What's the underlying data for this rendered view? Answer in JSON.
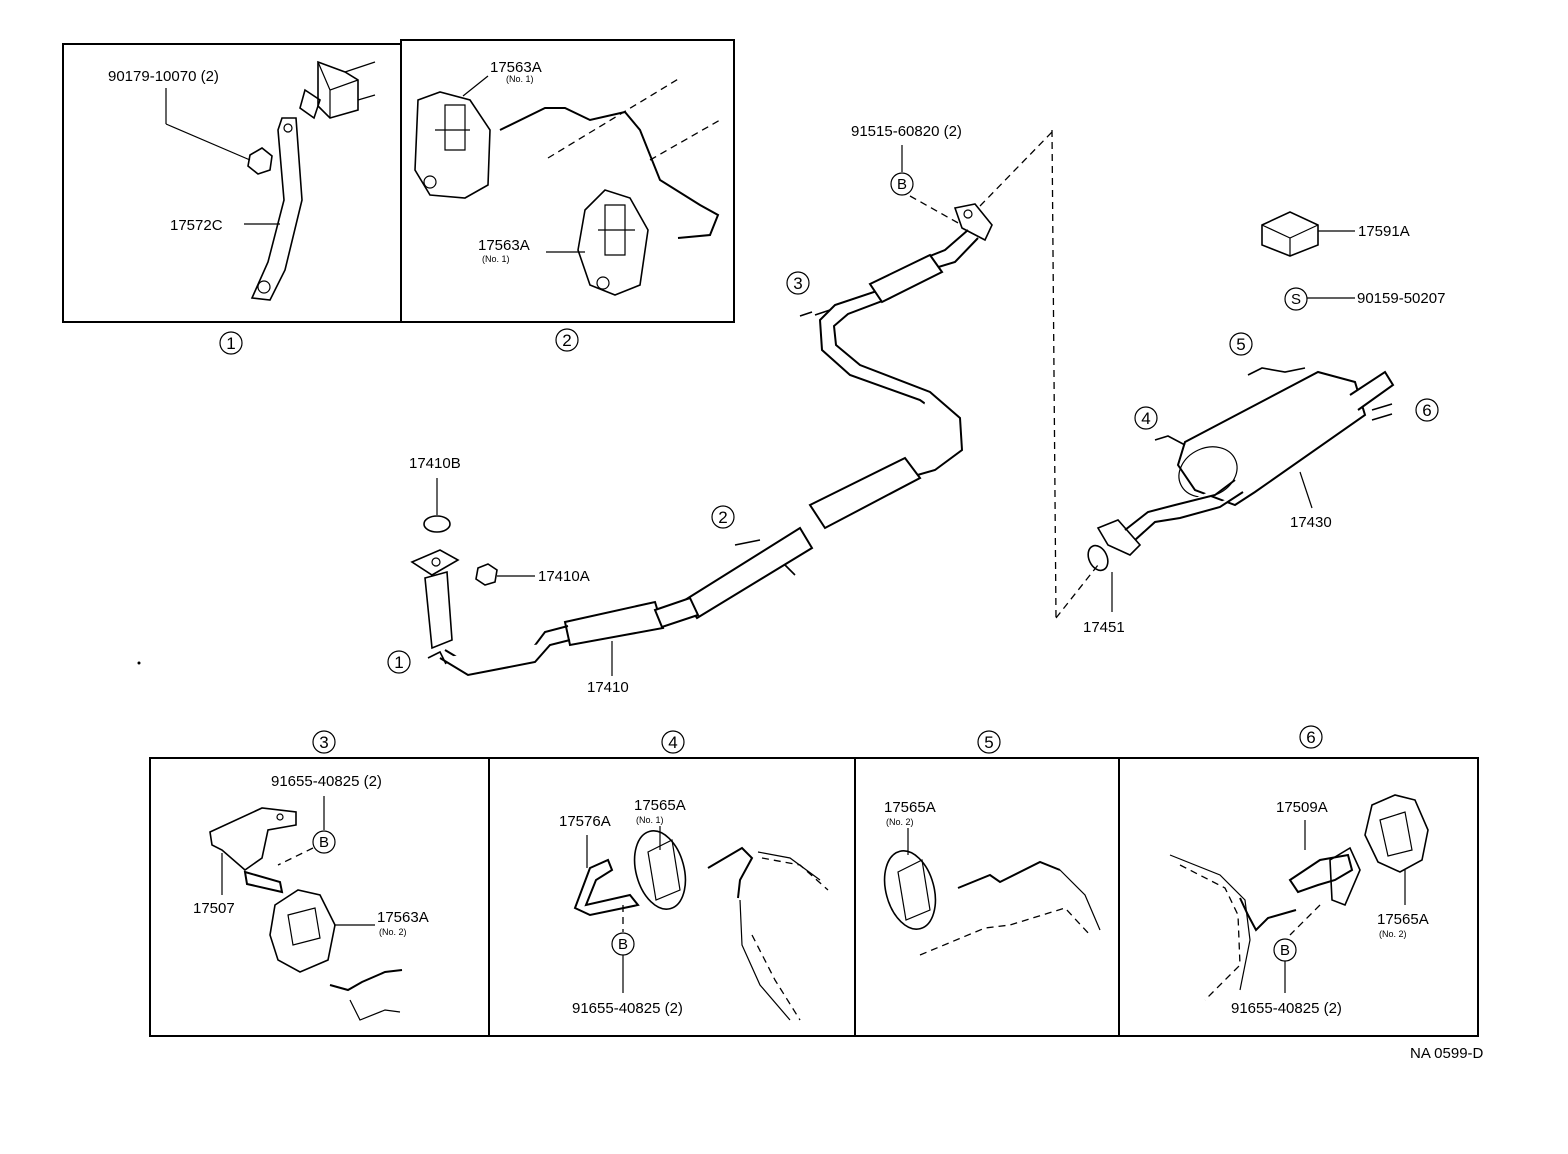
{
  "top_left_box": {
    "label_nut": "90179-10070 (2)",
    "label_bracket": "17572C",
    "index": "1"
  },
  "top_middle_box": {
    "label_upper": "17563A",
    "label_upper_sub": "(No. 1)",
    "label_lower": "17563A",
    "label_lower_sub": "(No. 1)",
    "index": "2"
  },
  "main_assembly": {
    "label_bolt": "91515-60820 (2)",
    "marker_b": "B",
    "marker_3": "3",
    "marker_2": "2",
    "marker_1": "1",
    "label_ring": "17410B",
    "label_nut": "17410A",
    "label_pipe": "17410"
  },
  "muffler_assembly": {
    "label_insulator": "17591A",
    "marker_s": "S",
    "label_screw": "90159-50207",
    "marker_5": "5",
    "marker_4": "4",
    "marker_6": "6",
    "label_muffler": "17430",
    "label_gasket": "17451"
  },
  "bottom_boxes": {
    "box3": {
      "index": "3",
      "label_bolt": "91655-40825 (2)",
      "marker_b": "B",
      "label_bracket": "17507",
      "label_support": "17563A",
      "label_support_sub": "(No. 2)"
    },
    "box4": {
      "index": "4",
      "label_support": "17565A",
      "label_support_sub": "(No. 1)",
      "label_bracket": "17576A",
      "marker_b": "B",
      "label_bolt": "91655-40825 (2)"
    },
    "box5": {
      "index": "5",
      "label_support": "17565A",
      "label_support_sub": "(No. 2)"
    },
    "box6": {
      "index": "6",
      "label_bracket": "17509A",
      "marker_b": "B",
      "label_bolt": "91655-40825 (2)",
      "label_support": "17565A",
      "label_support_sub": "(No. 2)"
    }
  },
  "drawing_code": "NA 0599-D"
}
